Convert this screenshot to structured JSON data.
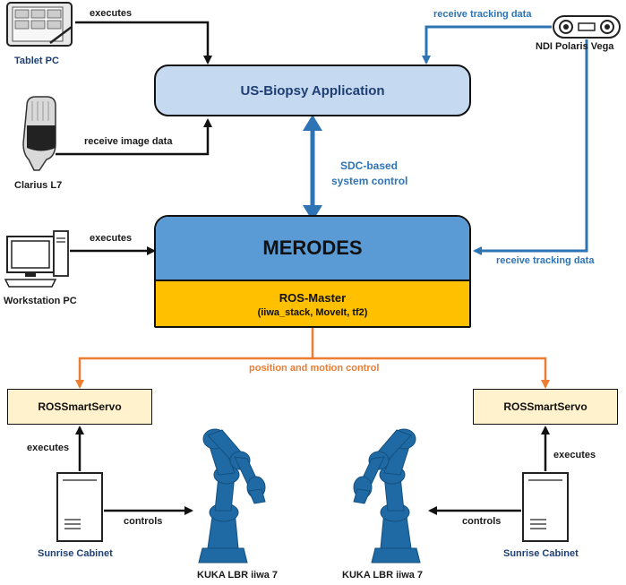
{
  "nodes": {
    "us_biopsy": "US-Biopsy Application",
    "merodes": "MERODES",
    "ros_master": "ROS-Master",
    "ros_master_sub": "(iiwa_stack, MoveIt, tf2)",
    "rossmartservo_left": "ROSSmartServo",
    "rossmartservo_right": "ROSSmartServo"
  },
  "devices": {
    "tablet": "Tablet PC",
    "clarius": "Clarius L7",
    "workstation": "Workstation PC",
    "ndi": "NDI Polaris Vega",
    "sunrise_left": "Sunrise Cabinet",
    "sunrise_right": "Sunrise Cabinet",
    "kuka_left": "KUKA LBR iiwa 7",
    "kuka_right": "KUKA LBR iiwa 7"
  },
  "edges": {
    "tablet_executes": "executes",
    "clarius_receive": "receive image data",
    "workstation_executes": "executes",
    "ndi_receive_top": "receive tracking data",
    "ndi_receive_bottom": "receive tracking data",
    "sdc_line1": "SDC-based",
    "sdc_line2": "system control",
    "position_motion": "position and motion control",
    "left_executes": "executes",
    "right_executes": "executes",
    "left_controls": "controls",
    "right_controls": "controls"
  },
  "colors": {
    "blue_arrow": "#2e74b5",
    "orange_arrow": "#ed7d31",
    "us_biopsy_fill": "#c5daf0",
    "merodes_fill": "#5b9bd5",
    "ros_master_fill": "#ffc000",
    "smartservo_fill": "#fff2cc",
    "robot_fill": "#1f6aa5"
  }
}
